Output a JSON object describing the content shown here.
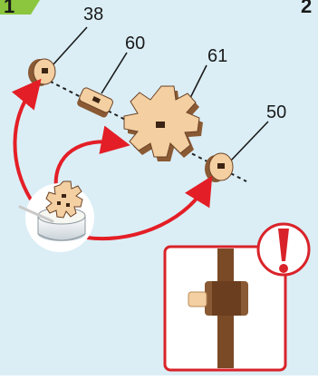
{
  "steps": {
    "current": "1",
    "next": "2"
  },
  "parts": [
    {
      "id": "washer-left",
      "label": "38"
    },
    {
      "id": "spacer",
      "label": "60"
    },
    {
      "id": "gear",
      "label": "61"
    },
    {
      "id": "washer-right",
      "label": "50"
    }
  ],
  "colors": {
    "background": "#dbeef6",
    "wood_face": "#f3cfa1",
    "wood_edge": "#8a5a34",
    "arrow": "#e41e26",
    "step_badge": "#8cc63e",
    "warning": "#d9232a"
  },
  "icons": {
    "glue": "glue-bowl-icon",
    "warning": "exclamation-icon"
  }
}
